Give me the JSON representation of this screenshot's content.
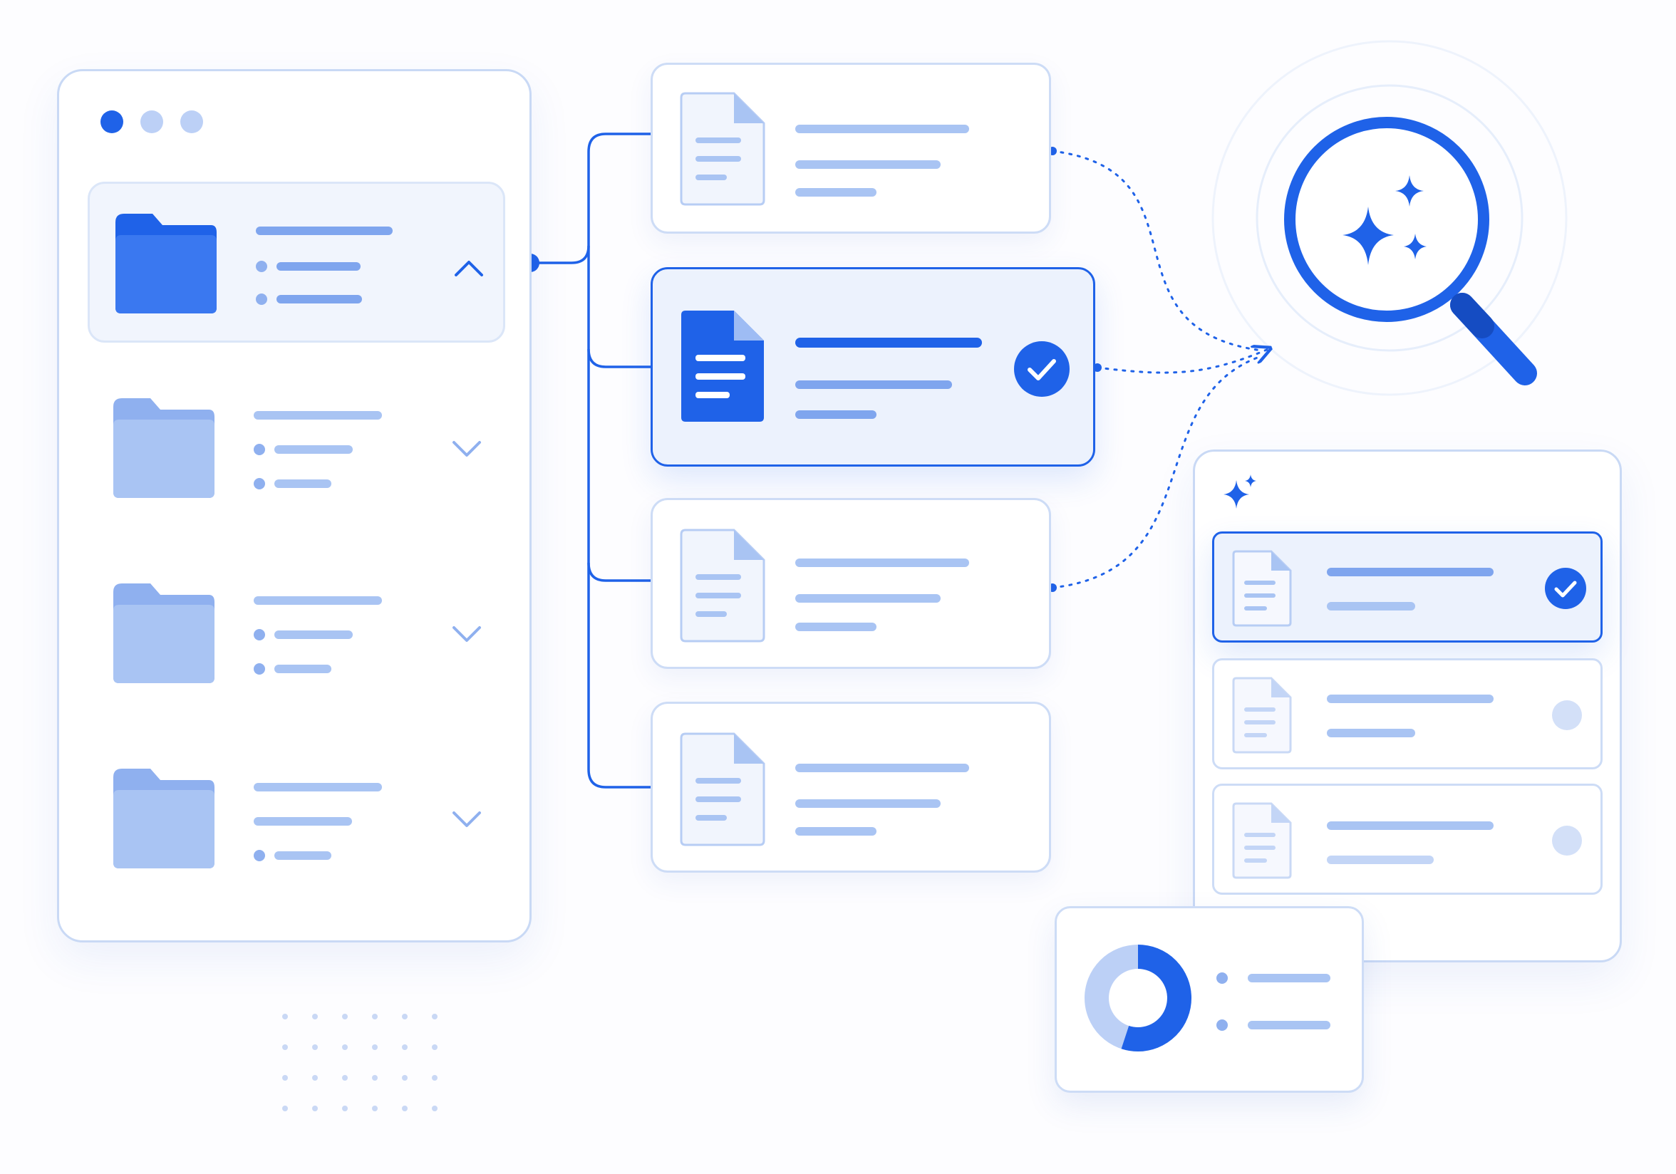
{
  "window": {
    "controls": [
      {
        "name": "close",
        "color": "#1f62e8"
      },
      {
        "name": "minimize",
        "color": "#bcd0f6"
      },
      {
        "name": "maximize",
        "color": "#bcd0f6"
      }
    ]
  },
  "folders": [
    {
      "icon": "folder-icon",
      "state": "expanded",
      "highlight": true
    },
    {
      "icon": "folder-icon",
      "state": "collapsed",
      "highlight": false
    },
    {
      "icon": "folder-icon",
      "state": "collapsed",
      "highlight": false
    },
    {
      "icon": "folder-icon",
      "state": "collapsed",
      "highlight": false
    }
  ],
  "documents": [
    {
      "icon": "document-icon",
      "selected": false
    },
    {
      "icon": "document-icon",
      "selected": true,
      "status": "check-icon"
    },
    {
      "icon": "document-icon",
      "selected": false
    },
    {
      "icon": "document-icon",
      "selected": false
    }
  ],
  "search": {
    "icon": "magnifier-sparkle-icon"
  },
  "results": {
    "header_icon": "sparkle-icon",
    "items": [
      {
        "icon": "document-icon",
        "status": "checked"
      },
      {
        "icon": "document-icon",
        "status": "unchecked"
      },
      {
        "icon": "document-icon",
        "status": "unchecked"
      }
    ]
  },
  "summary": {
    "icon": "donut-chart-icon",
    "donut_fraction": 0.55
  },
  "colors": {
    "accent": "#1f62e8",
    "light": "#a9c4f3",
    "border": "#c9d9f5",
    "background": "#fdfdff"
  }
}
